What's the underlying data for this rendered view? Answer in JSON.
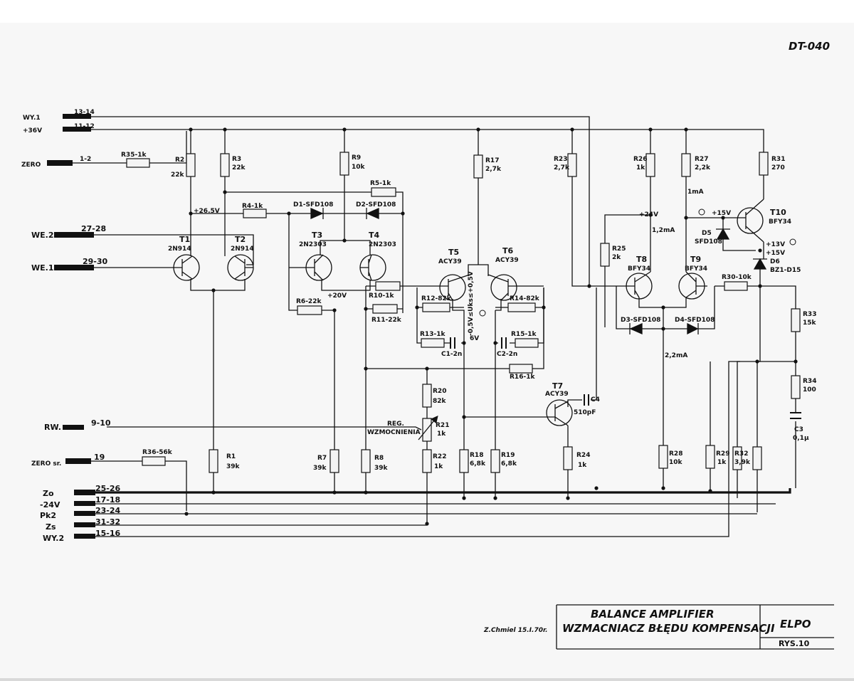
{
  "header": {
    "code": "DT-040"
  },
  "title_block": {
    "title_en": "BALANCE AMPLIFIER",
    "title_pl": "WZMACNIACZ BŁĘDU KOMPENSACJI",
    "company": "ELPO",
    "sheet": "RYS.10",
    "signature": "Z.Chmiel 15.I.70r."
  },
  "terminals": [
    {
      "name": "WY.1",
      "pins": "13-14"
    },
    {
      "name": "+36V",
      "pins": "11-12"
    },
    {
      "name": "ZERO",
      "pins": "1-2"
    },
    {
      "name": "WE.2",
      "pins": "27-28"
    },
    {
      "name": "WE.1",
      "pins": "29-30"
    },
    {
      "name": "RW.",
      "pins": "9-10"
    },
    {
      "name": "ZERO sr.",
      "pins": "19"
    },
    {
      "name": "Zo",
      "pins": "25-26"
    },
    {
      "name": "-24V",
      "pins": "17-18"
    },
    {
      "name": "Pk2",
      "pins": "23-24"
    },
    {
      "name": "Zs",
      "pins": "31-32"
    },
    {
      "name": "WY.2",
      "pins": "15-16"
    }
  ],
  "resistors": [
    {
      "ref": "R2",
      "value": "22k"
    },
    {
      "ref": "R3",
      "value": "22k"
    },
    {
      "ref": "R35-1k",
      "value": ""
    },
    {
      "ref": "R4-1k",
      "value": ""
    },
    {
      "ref": "R9",
      "value": "10k"
    },
    {
      "ref": "R5-1k",
      "value": ""
    },
    {
      "ref": "R17",
      "value": "2,7k"
    },
    {
      "ref": "R23",
      "value": "2,7k"
    },
    {
      "ref": "R26",
      "value": "1k"
    },
    {
      "ref": "R27",
      "value": "2,2k"
    },
    {
      "ref": "R31",
      "value": "270"
    },
    {
      "ref": "R25",
      "value": "2k"
    },
    {
      "ref": "R6-22k",
      "value": ""
    },
    {
      "ref": "R10-1k",
      "value": ""
    },
    {
      "ref": "R11-22k",
      "value": ""
    },
    {
      "ref": "R12-82k",
      "value": ""
    },
    {
      "ref": "R13-1k",
      "value": ""
    },
    {
      "ref": "R14-82k",
      "value": ""
    },
    {
      "ref": "R15-1k",
      "value": ""
    },
    {
      "ref": "R16-1k",
      "value": ""
    },
    {
      "ref": "R30-10k",
      "value": ""
    },
    {
      "ref": "R33",
      "value": "15k"
    },
    {
      "ref": "R34",
      "value": "100"
    },
    {
      "ref": "R20",
      "value": "82k"
    },
    {
      "ref": "R21",
      "value": "1k"
    },
    {
      "ref": "R22",
      "value": "1k"
    },
    {
      "ref": "R1",
      "value": "39k"
    },
    {
      "ref": "R7",
      "value": "39k"
    },
    {
      "ref": "R8",
      "value": "39k"
    },
    {
      "ref": "R18",
      "value": "6,8k"
    },
    {
      "ref": "R19",
      "value": "6,8k"
    },
    {
      "ref": "R24",
      "value": "1k"
    },
    {
      "ref": "R28",
      "value": "10k"
    },
    {
      "ref": "R29",
      "value": "1k"
    },
    {
      "ref": "R32",
      "value": "3,9k"
    },
    {
      "ref": "R36-56k",
      "value": ""
    }
  ],
  "transistors": [
    {
      "ref": "T1",
      "type": "2N914"
    },
    {
      "ref": "T2",
      "type": "2N914"
    },
    {
      "ref": "T3",
      "type": "2N2303"
    },
    {
      "ref": "T4",
      "type": "2N2303"
    },
    {
      "ref": "T5",
      "type": "ACY39"
    },
    {
      "ref": "T6",
      "type": "ACY39"
    },
    {
      "ref": "T7",
      "type": "ACY39"
    },
    {
      "ref": "T8",
      "type": "BFY34"
    },
    {
      "ref": "T9",
      "type": "BFY34"
    },
    {
      "ref": "T10",
      "type": "BFY34"
    }
  ],
  "diodes": [
    {
      "ref": "D1-SFD108"
    },
    {
      "ref": "D2-SFD108"
    },
    {
      "ref": "D3-SFD108"
    },
    {
      "ref": "D4-SFD108"
    },
    {
      "ref": "D5",
      "type": "SFD108"
    },
    {
      "ref": "D6",
      "type": "BZ1-D15"
    }
  ],
  "capacitors": [
    {
      "ref": "C1-2n"
    },
    {
      "ref": "C2-2n"
    },
    {
      "ref": "C4",
      "value": "510pF"
    },
    {
      "ref": "C3",
      "value": "0,1µ"
    }
  ],
  "annotations": {
    "v26": "+26.5V",
    "v20": "+20V",
    "v24": "+24V",
    "i12": "1,2mA",
    "i1": "1mA",
    "i22": "2,2mA",
    "v15a": "+15V",
    "v13": "+13V",
    "v15b": "+15V",
    "uks": "-0,5V≤Uks≤+0,5V",
    "v6": "6V",
    "reg1": "REG.",
    "reg2": "WZMOCNIENIA"
  }
}
